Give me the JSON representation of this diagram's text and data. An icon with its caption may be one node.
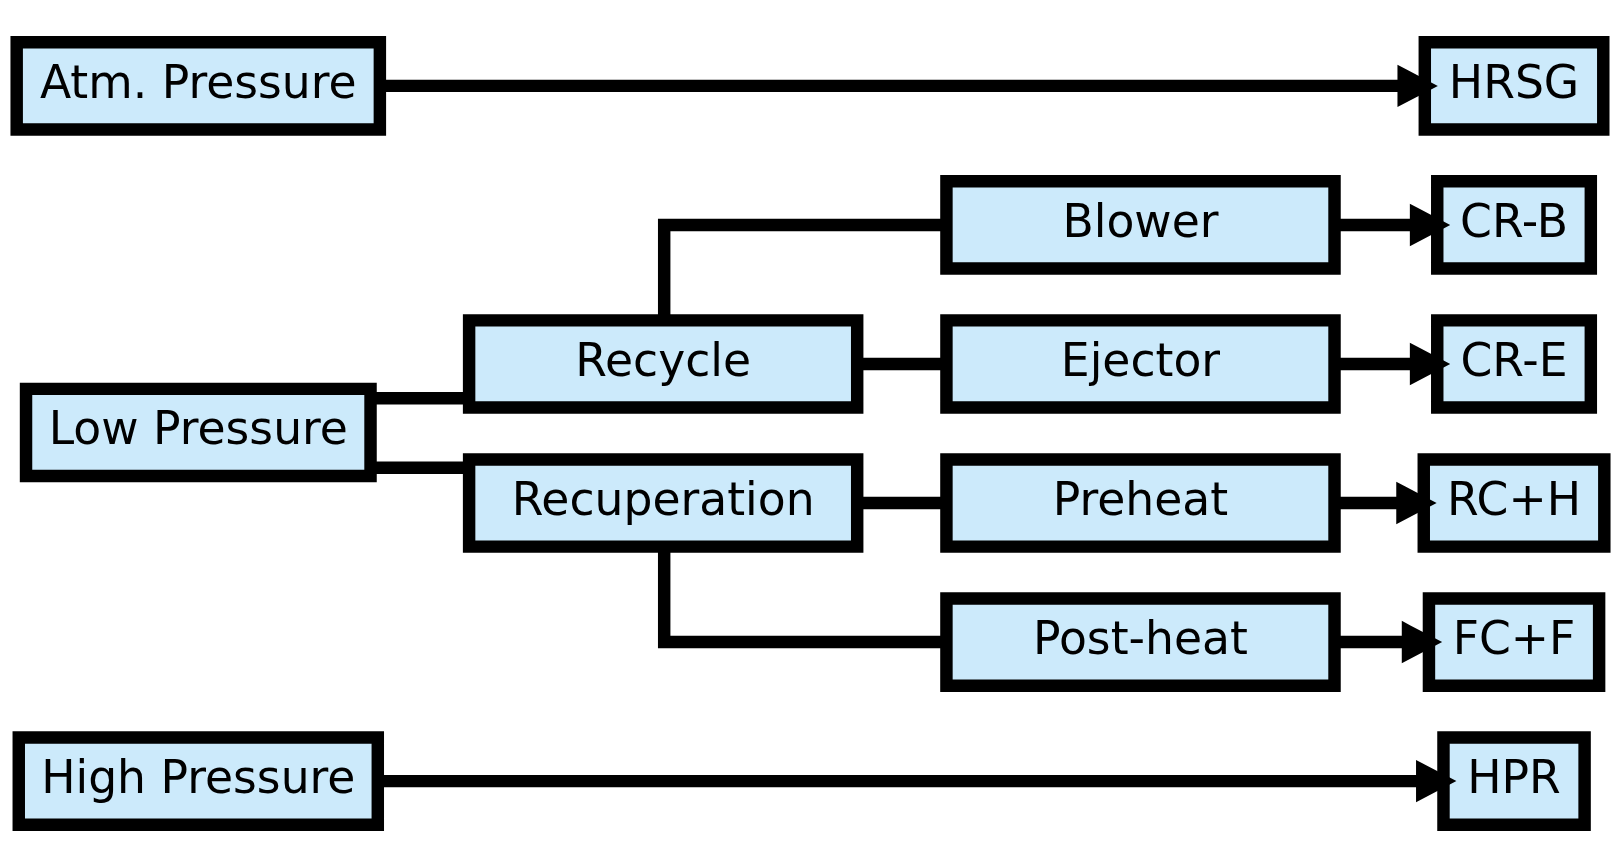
{
  "diagram": {
    "nodes": [
      {
        "text": [
          "High Pressure"
        ]
      },
      {
        "text": [
          "HPR"
        ]
      },
      {
        "text": [
          "Low Pressure"
        ]
      },
      {
        "text": [
          "Recycle"
        ]
      },
      {
        "text": [
          "Recuperation"
        ]
      },
      {
        "text": [
          "Blower"
        ]
      },
      {
        "text": [
          "Ejector"
        ]
      },
      {
        "text": [
          "Preheat"
        ]
      },
      {
        "text": [
          "Post-heat"
        ]
      },
      {
        "text": [
          "CR-B"
        ]
      },
      {
        "text": [
          "CR-E"
        ]
      },
      {
        "text": [
          "RC+H"
        ]
      },
      {
        "text": [
          "FC+F"
        ]
      },
      {
        "text": [
          "Atm. Pressure"
        ]
      },
      {
        "text": [
          "HRSG"
        ]
      }
    ],
    "edges": [
      {
        "from": 0,
        "to": 1,
        "arrow": "to"
      },
      {
        "from": 2,
        "to": 3,
        "arrow": "none"
      },
      {
        "from": 2,
        "to": 4,
        "arrow": "none"
      },
      {
        "from": 3,
        "to": 5,
        "arrow": "none"
      },
      {
        "from": 3,
        "to": 6,
        "arrow": "none"
      },
      {
        "from": 4,
        "to": 7,
        "arrow": "none"
      },
      {
        "from": 4,
        "to": 8,
        "arrow": "none"
      },
      {
        "from": 5,
        "to": 9,
        "arrow": "to"
      },
      {
        "from": 6,
        "to": 10,
        "arrow": "to"
      },
      {
        "from": 7,
        "to": 11,
        "arrow": "to"
      },
      {
        "from": 8,
        "to": 12,
        "arrow": "to"
      },
      {
        "from": 13,
        "to": 14,
        "arrow": "to"
      }
    ]
  }
}
